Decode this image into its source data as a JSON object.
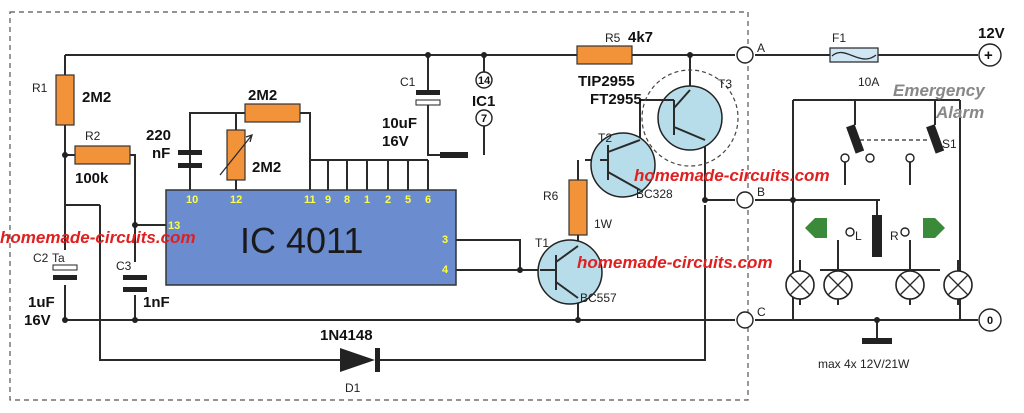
{
  "components": {
    "r1": {
      "ref": "R1",
      "value": "2M2"
    },
    "r2": {
      "ref": "R2",
      "value": "100k"
    },
    "r_upper": {
      "value": "2M2"
    },
    "r_trim": {
      "value": "2M2"
    },
    "r5": {
      "ref": "R5",
      "value": "4k7"
    },
    "r6": {
      "ref": "R6",
      "value": "1W"
    },
    "c1": {
      "ref": "C1",
      "value1": "10uF",
      "value2": "16V"
    },
    "c2": {
      "ref": "C2",
      "type": "Ta",
      "value1": "1uF",
      "value2": "16V"
    },
    "c3": {
      "ref": "C3",
      "value": "1nF"
    },
    "c_220": {
      "value1": "220",
      "value2": "nF"
    },
    "ic": {
      "name": "IC 4011",
      "ref": "IC1",
      "pin_supply_top": "14",
      "pin_supply_bottom": "7"
    },
    "t1": {
      "ref": "T1",
      "part": "BC557"
    },
    "t2": {
      "ref": "T2",
      "part": "BC328"
    },
    "t3": {
      "ref": "T3",
      "part1": "TIP2955",
      "part2": "FT2955"
    },
    "d1": {
      "ref": "D1",
      "part": "1N4148"
    },
    "f1": {
      "ref": "F1",
      "rating": "10A"
    },
    "s1": {
      "ref": "S1"
    }
  },
  "ic_pins": {
    "p10": "10",
    "p12": "12",
    "p11": "11",
    "p9": "9",
    "p8": "8",
    "p1": "1",
    "p2": "2",
    "p5": "5",
    "p6": "6",
    "p13": "13",
    "p3": "3",
    "p4": "4"
  },
  "terminals": {
    "a": "A",
    "b": "B",
    "c": "C"
  },
  "supply": {
    "voltage": "12V",
    "plus": "+",
    "zero": "0"
  },
  "alarm": {
    "line1": "Emergency",
    "line2": "Alarm"
  },
  "switch_labels": {
    "left": "L",
    "right": "R"
  },
  "lamps_note": "max  4x 12V/21W",
  "watermarks": [
    "homemade-circuits.com",
    "homemade-circuits.com",
    "homemade-circuits.com"
  ]
}
